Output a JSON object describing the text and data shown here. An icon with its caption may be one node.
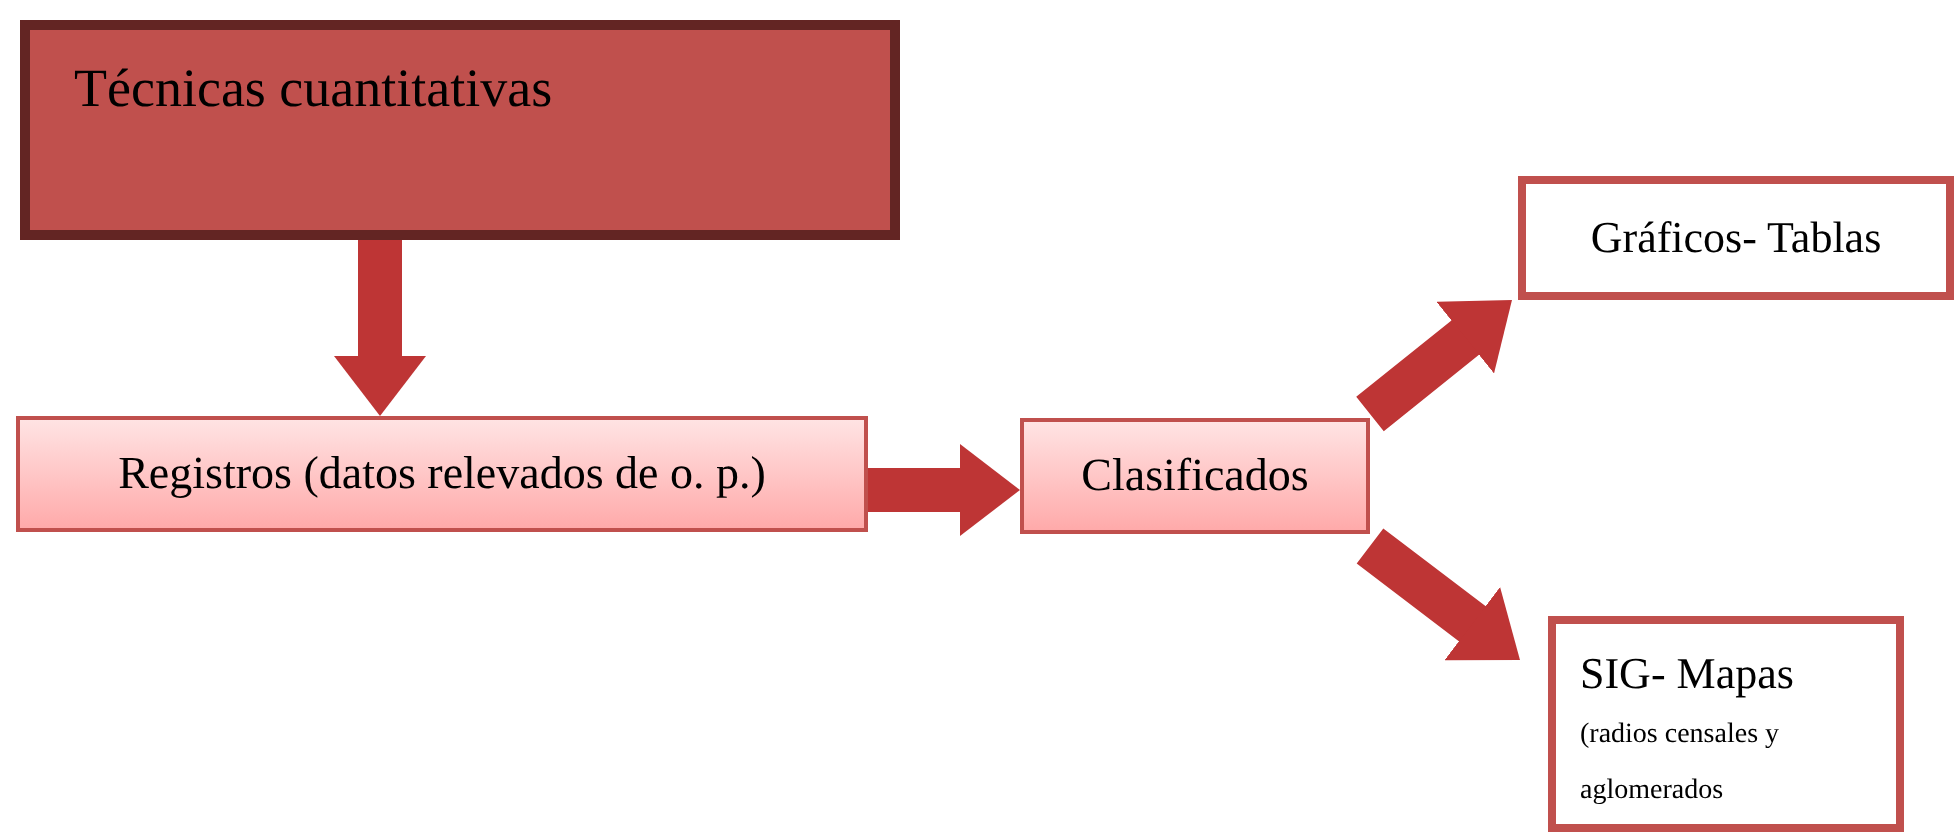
{
  "diagram": {
    "nodes": [
      {
        "text": [
          "Técnicas cuantitativas"
        ]
      },
      {
        "text": [
          "Registros (datos relevados de o. p.)"
        ]
      },
      {
        "text": [
          "Clasificados"
        ]
      },
      {
        "text": [
          "Gráficos- Tablas"
        ]
      },
      {
        "text": [
          "SIG- Mapas",
          "(radios censales y aglomerados"
        ]
      }
    ],
    "edges": [
      {
        "from": 0,
        "to": 1,
        "arrow": "to"
      },
      {
        "from": 1,
        "to": 2,
        "arrow": "to"
      },
      {
        "from": 2,
        "to": 3,
        "arrow": "to"
      },
      {
        "from": 2,
        "to": 4,
        "arrow": "to"
      }
    ]
  }
}
